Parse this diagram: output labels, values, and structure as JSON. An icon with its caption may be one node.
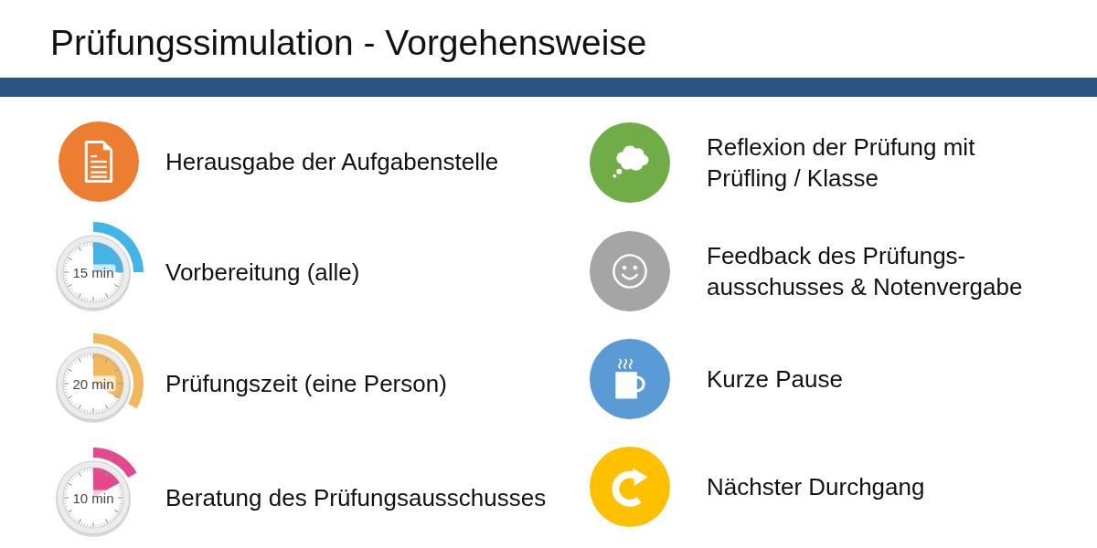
{
  "diagram": {
    "title": "Prüfungssimulation - Vorgehensweise",
    "nodes": [
      {
        "text": [],
        "shape": "circle",
        "beside": [
          "Herausgabe der Aufgabenstelle"
        ]
      },
      {
        "text": [
          "15 min"
        ],
        "beside": [
          "Vorbereitung (alle)"
        ]
      },
      {
        "text": [
          "20 min"
        ],
        "beside": [
          "Prüfungszeit (eine Person)"
        ]
      },
      {
        "text": [
          "10 min"
        ],
        "beside": [
          "Beratung des Prüfungsausschusses"
        ]
      },
      {
        "text": [],
        "shape": "circle",
        "beside": [
          "Reflexion der Prüfung mit Prüfling / Klasse"
        ]
      },
      {
        "text": [],
        "shape": "circle",
        "beside": [
          "Feedback des Prüfungs- ausschusses & Notenvergabe"
        ]
      },
      {
        "text": [],
        "shape": "circle",
        "beside": [
          "Kurze Pause"
        ]
      },
      {
        "text": [],
        "shape": "circle",
        "beside": [
          "Nächster Durchgang"
        ]
      }
    ]
  }
}
